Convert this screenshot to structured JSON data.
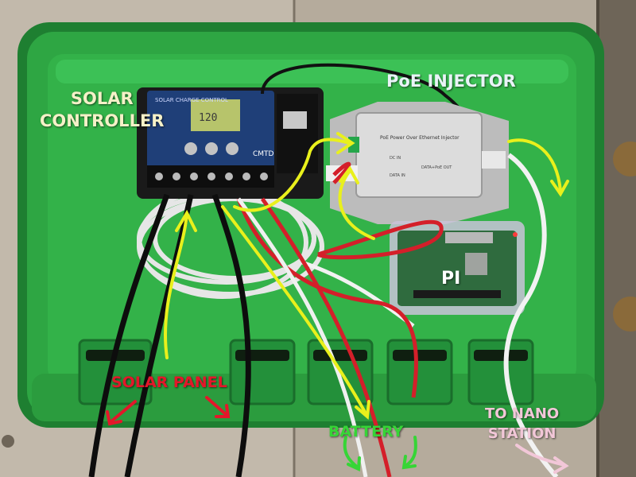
{
  "labels": {
    "solar_controller": [
      "SOLAR",
      "CONTROLLER"
    ],
    "poe_injector": "PoE INJECTOR",
    "pi": "PI",
    "solar_panel": "SOLAR PANEL",
    "battery": "BATTERY",
    "to_nano_station": [
      "TO NANO",
      "STATION"
    ]
  },
  "device_text": {
    "controller_brand": "SOLAR CHARGE CONTROL",
    "controller_display": "120",
    "controller_model": "CMTD",
    "injector_title": "PoE Power Over Ethernet Injector",
    "injector_port_dc": "DC IN",
    "injector_port_data": "DATA IN",
    "injector_port_out": "DATA+PoE OUT"
  },
  "colors": {
    "box_green": "#2fa743",
    "box_dark_green": "#1f7a2e",
    "wood": "#b9b0a2",
    "label_white": "#ffffff",
    "label_cream": "#f5f1c8",
    "label_red": "#e3172a",
    "label_green": "#36d536",
    "label_pink": "#f2c7d8",
    "arrow_yellow": "#e9f01c",
    "arrow_red": "#e3172a",
    "arrow_green": "#36d536",
    "arrow_pink": "#f2c7d8",
    "controller_blue": "#1f3f78",
    "injector_gray": "#dcdcdc",
    "pi_board": "#2f6b3e"
  }
}
